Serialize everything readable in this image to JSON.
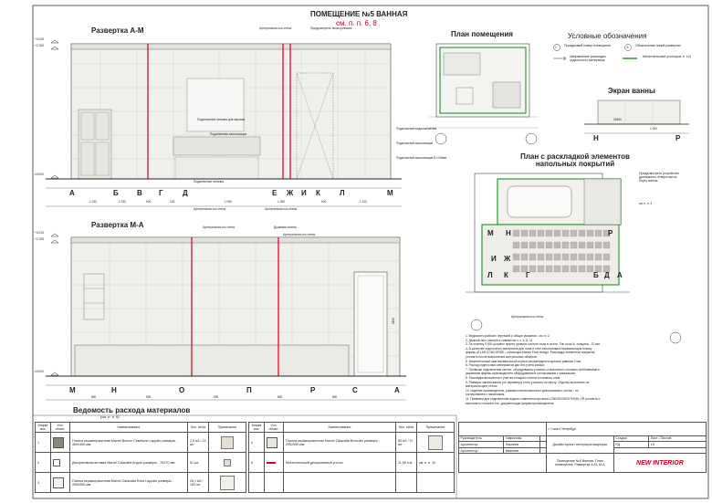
{
  "sheet": {
    "room_title": "ПОМЕЩЕНИЕ №5 ВАННАЯ",
    "room_ref": "см. п. п. 6, 8",
    "elev1_title": "Развертка А-М",
    "elev2_title": "Развертка М-А",
    "plan_title": "План помещения",
    "legend_title": "Условные обозначения",
    "screen_title": "Экран ванны",
    "floor_plan_title": "План с раскладкой элементов напольных покрытий",
    "materials_title": "Ведомость расхода материалов",
    "materials_ref": "(см. п. п. 6)"
  },
  "levels": {
    "top": "+3,015",
    "ceiling": "+2,765",
    "floor": "±0,000"
  },
  "elev1": {
    "axis_letters": [
      "А",
      "Б",
      "В",
      "Г",
      "Д",
      "Е",
      "Ж",
      "И",
      "К",
      "Л",
      "М"
    ],
    "dims": [
      "1 020",
      "1 030",
      "500",
      "145",
      "1 090",
      "1 080",
      "500",
      "1 100"
    ],
    "callouts": [
      "Центральная ось стены",
      "Предусмотреть лючок ревизии",
      "Подключение питания для зеркала",
      "Подключение канализации",
      "Подключение водоснабжения",
      "Подключение канализации",
      "Подключение канализации D=100мм",
      "Подключение питания",
      "Центральная ось стены",
      "Центральная ось стены"
    ]
  },
  "elev2": {
    "axis_letters": [
      "М",
      "Н",
      "О",
      "П",
      "Р",
      "С",
      "А"
    ],
    "dims": [
      "890",
      "995",
      "995",
      "890",
      "890"
    ],
    "callouts": [
      "Центральная ось стены",
      "Душевая штанга",
      "Центральная ось стены"
    ],
    "door_height": "2150"
  },
  "legend": {
    "items": [
      {
        "sym": "2",
        "text": "Порядковый номер помещения"
      },
      {
        "sym": "А",
        "text": "Обозначение линий развертки"
      },
      {
        "sym": "",
        "text": "Направление раскладки отделочного материала"
      },
      {
        "sym": "",
        "text": "Металлический уголок(см. п. 10)"
      }
    ]
  },
  "screen": {
    "letters": [
      "Н",
      "Р"
    ],
    "dims": [
      "26350",
      "1 000"
    ]
  },
  "floor_plan": {
    "letters": [
      "М",
      "Н",
      "Р",
      "И",
      "Ж",
      "Л",
      "К",
      "Г",
      "Б",
      "Д",
      "А"
    ],
    "callouts": [
      "Предусмотреть устройство дренажного отверстия на борту ванны",
      "Центральная ось стены"
    ],
    "ref": "см. п. п. 9"
  },
  "notes": [
    "1. Ведомость рабочих чертежей и общие указания - см. л. 2",
    "2. Данный лист смотреть совместно с л. 6, 8, 11",
    "3. За отметку 0,000 условно принят уровень чистого пола в холле. Тип пола А, толщина - 70 мм.",
    "4. В качестве отделочного материала для пола и стен использовать керамическую плитку",
    "   фирмы ATLAS CONCORDE - коллекция Marvel Floor design. Раскладку элементов покрытия,",
    "   уточнить после выполнения контрольных обмеров.",
    "5. Межплиточный шов керамической плитки рекомендуется принять равным 2 мм.",
    "6. Расход отделочных материалов дан без учета запаса.",
    "7. Привязки подключения сантех. оборудования уточнить и выполнить согласно требованиям и",
    "   указаниям фирмы-производителя оборудования в согласовании с заказчиком.",
    "8. Раскладка выполнена с учетом толщины плитки и клеевого слоя.",
    "9. Размеры экрана ванны (по периметру стен) уточнить по месту. Отделку выполнить из",
    "   материала цвет стены.",
    "10. Изделие производитель, размеры металлического декоративного уголка - по",
    "   согласованию с заказчиком.",
    "11. Привязки для подключения водного пакетиного/устанки LONDON 500X750(H) OR уточнить и",
    "   выполнить согласно тех. документации фирмы-производителя."
  ],
  "materials": {
    "headers": [
      "Марка поз.",
      "Усл. обозн.",
      "Наименование",
      "Кол. м2/м",
      "Примечание"
    ],
    "rows": [
      {
        "mark": "1",
        "name": "Плитка керамогранитная Marvel Bronze Casettone Lappato размеры - 450Х450 мм",
        "qty": "2,5 м2 / 13 шт"
      },
      {
        "mark": "2",
        "name": "Декоративная вставка Marvel Calacatta Angolo размеры - 70Х70 мм",
        "qty": "51 шт."
      },
      {
        "mark": "3",
        "name": "Плитка керамогранитная Marvel Calacatta Extra Lappato размеры - 295Х590 мм",
        "qty": "26,1 м2 / 150 шт"
      },
      {
        "mark": "4",
        "name": "Плитка керамогранитная Marvel Calacatta Broccato размеры - 295Х590 мм",
        "qty": "60 м2 / 37 шт"
      },
      {
        "mark": "5",
        "name": "Металлический декоративный уголок",
        "qty": "11,06 п.м.",
        "note": "см. п. п. 10"
      }
    ]
  },
  "title_block": {
    "city": "г. Санкт-Петербург",
    "project": "Дизайн-проект интерьера квартиры",
    "sheet_name": "Помещение №5 Ванная. План помещения. Развертка А-М, М-А",
    "stage_label": "Стадия",
    "stage": "РД",
    "sheet_label": "Лист",
    "sheet_no": "15",
    "sheets_label": "Листов",
    "roles": [
      {
        "role": "Руководитель",
        "name": "Гаврилова"
      },
      {
        "role": "Архитектор",
        "name": "Паклина"
      },
      {
        "role": "Архитектор",
        "name": "Иванова"
      }
    ],
    "logo": "NEW INTERIOR"
  }
}
